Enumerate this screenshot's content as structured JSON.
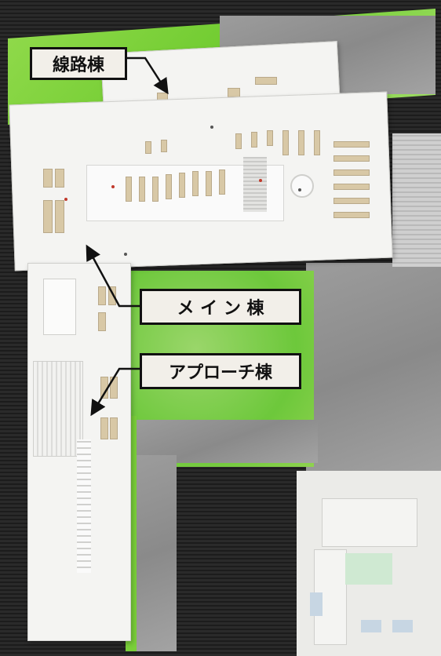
{
  "labels": {
    "line_building": "線路棟",
    "main_building": "メ イ ン 棟",
    "approach_building": "アプローチ棟"
  },
  "colors": {
    "grass": "#7acf3a",
    "asphalt": "#929292",
    "label_background": "#f2efe9",
    "label_border": "#111111",
    "model_white": "#f4f4f2"
  },
  "icons": [
    "arrow-to-line-building",
    "arrow-to-main-building",
    "arrow-to-approach-building"
  ]
}
